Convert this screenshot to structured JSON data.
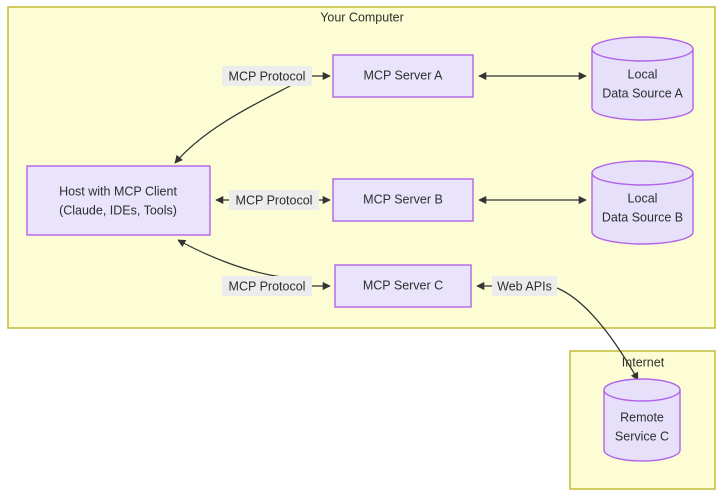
{
  "diagram": {
    "title_visible": false,
    "colors": {
      "container_fill": "#fdfdd5",
      "container_stroke": "#bdb829",
      "node_fill": "#e9e4fb",
      "node_stroke": "#b264e8",
      "cylinder_fill": "#e6e0fb",
      "cylinder_stroke": "#b264e8",
      "edge_stroke": "#333333",
      "edge_label_bg": "#ececec",
      "text": "#2e2e2e",
      "page_bg": "#ffffff"
    },
    "containers": [
      {
        "id": "your-computer",
        "label": "Your Computer"
      },
      {
        "id": "internet",
        "label": "Internet"
      }
    ],
    "nodes": [
      {
        "id": "host",
        "label_line1": "Host with MCP Client",
        "label_line2": "(Claude, IDEs, Tools)",
        "shape": "rect"
      },
      {
        "id": "server-a",
        "label": "MCP Server A",
        "shape": "rect"
      },
      {
        "id": "server-b",
        "label": "MCP Server B",
        "shape": "rect"
      },
      {
        "id": "server-c",
        "label": "MCP Server C",
        "shape": "rect"
      },
      {
        "id": "data-source-a",
        "label_line1": "Local",
        "label_line2": "Data Source A",
        "shape": "cylinder"
      },
      {
        "id": "data-source-b",
        "label_line1": "Local",
        "label_line2": "Data Source B",
        "shape": "cylinder"
      },
      {
        "id": "remote-service-c",
        "label_line1": "Remote",
        "label_line2": "Service C",
        "shape": "cylinder"
      }
    ],
    "edge_labels": {
      "mcp_protocol_a": "MCP Protocol",
      "mcp_protocol_b": "MCP Protocol",
      "mcp_protocol_c": "MCP Protocol",
      "web_apis": "Web APIs"
    }
  }
}
